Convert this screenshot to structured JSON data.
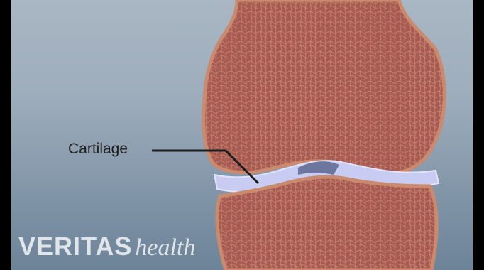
{
  "illustration": {
    "subject": "knee joint cross-section",
    "colors": {
      "background_top": "#a9b7c4",
      "background_bottom": "#6d8398",
      "bone": "#a85a52",
      "bone_edge": "#c98a6e",
      "cartilage": "#c9ccf2",
      "pointer_line": "#1d1d1d"
    }
  },
  "callout": {
    "label": "Cartilage"
  },
  "logo": {
    "brand": "VERITAS",
    "sub": "health"
  }
}
